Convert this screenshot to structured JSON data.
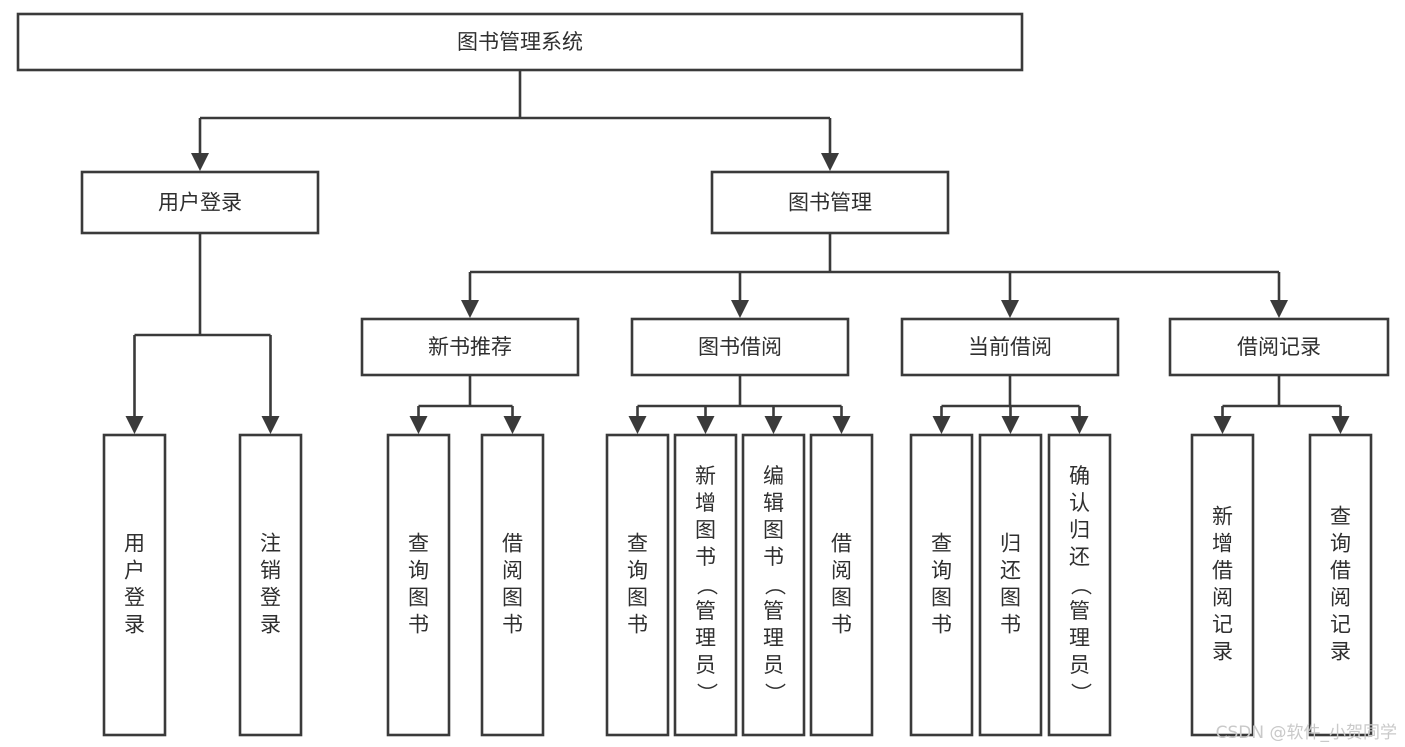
{
  "diagram": {
    "title": "图书管理系统",
    "colors": {
      "stroke": "#3a3a3a",
      "text": "#2f2f2f",
      "background": "#ffffff",
      "watermark": "#c9c9c9"
    },
    "root": {
      "label": "图书管理系统"
    },
    "level2": [
      {
        "label": "用户登录"
      },
      {
        "label": "图书管理"
      }
    ],
    "level3": [
      {
        "label": "新书推荐"
      },
      {
        "label": "图书借阅"
      },
      {
        "label": "当前借阅"
      },
      {
        "label": "借阅记录"
      }
    ],
    "leaves": {
      "用户登录": [
        "用户登录",
        "注销登录"
      ],
      "新书推荐": [
        "查询图书",
        "借阅图书"
      ],
      "图书借阅": [
        "查询图书",
        "新增图书（管理员）",
        "编辑图书（管理员）",
        "借阅图书"
      ],
      "当前借阅": [
        "查询图书",
        "归还图书",
        "确认归还（管理员）"
      ],
      "借阅记录": [
        "新增借阅记录",
        "查询借阅记录"
      ]
    }
  },
  "watermark": {
    "text": "CSDN @软件_小贺同学"
  }
}
